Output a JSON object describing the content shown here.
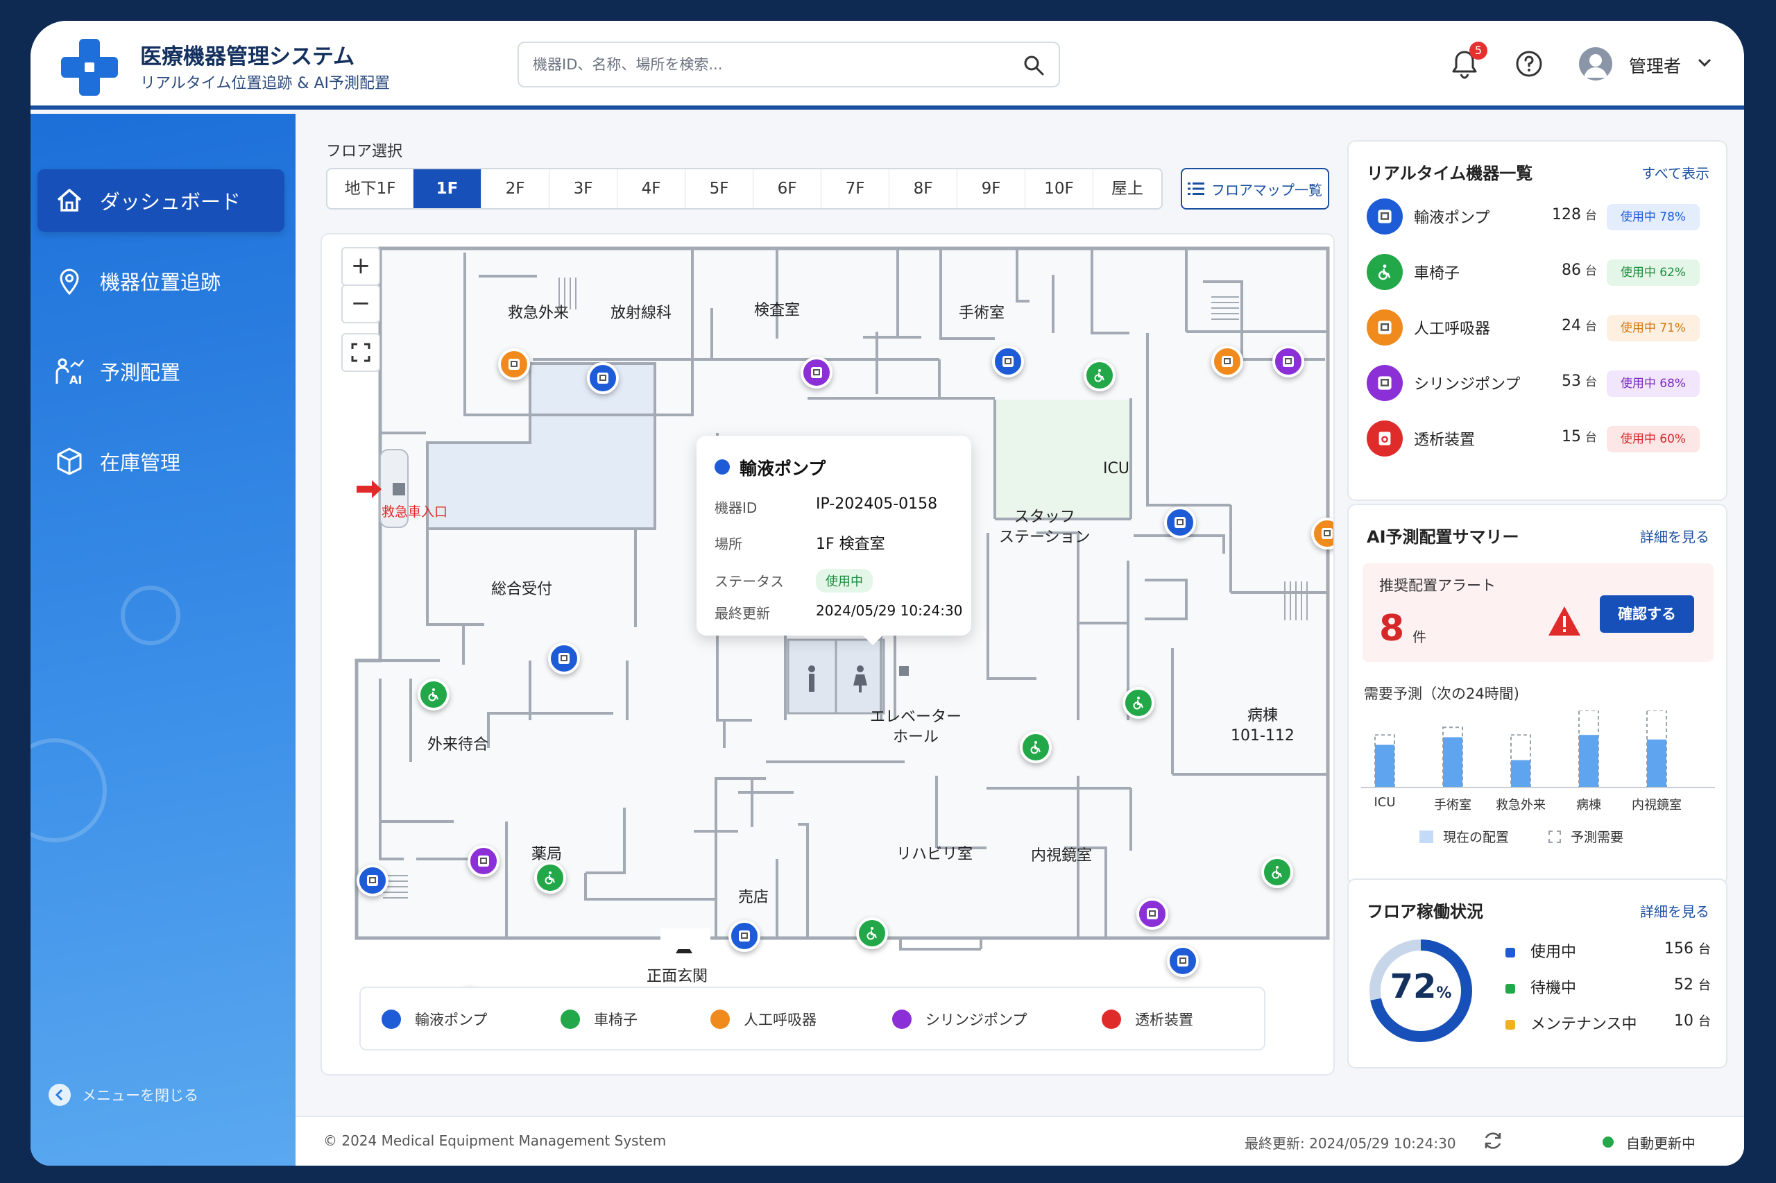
{
  "header": {
    "title": "医療機器管理システム",
    "subtitle": "リアルタイム位置追跡 & AI予測配置",
    "search_placeholder": "機器ID、名称、場所を検索...",
    "notification_count": "5",
    "user_name": "管理者"
  },
  "sidebar": {
    "items": [
      {
        "label": "ダッシュボード",
        "icon": "home-icon",
        "active": true
      },
      {
        "label": "機器位置追跡",
        "icon": "location-pin-icon",
        "active": false
      },
      {
        "label": "予測配置",
        "icon": "ai-prediction-icon",
        "active": false
      },
      {
        "label": "在庫管理",
        "icon": "box-icon",
        "active": false
      }
    ],
    "collapse_label": "メニューを閉じる"
  },
  "floor": {
    "label": "フロア選択",
    "tabs": [
      "地下1F",
      "1F",
      "2F",
      "3F",
      "4F",
      "5F",
      "6F",
      "7F",
      "8F",
      "9F",
      "10F",
      "屋上"
    ],
    "active": "1F",
    "floormap_button": "フロアマップ一覧"
  },
  "map": {
    "rooms": {
      "emergency_outpatient": "救急外来",
      "radiology": "放射線科",
      "exam_room": "検査室",
      "surgery": "手術室",
      "icu": "ICU",
      "staff_station": "スタッフ\nステーション",
      "reception": "総合受付",
      "outpatient_waiting": "外来待合",
      "pharmacy": "薬局",
      "shop": "売店",
      "rehab": "リハビリ室",
      "endoscopy": "内視鏡室",
      "ward": "病棟\n101-112",
      "elevator_hall": "エレベーター\nホール",
      "main_entrance": "正面玄関",
      "ambulance_entrance": "救急車入口"
    },
    "popup": {
      "title": "輸液ポンプ",
      "id_label": "機器ID",
      "id_value": "IP-202405-0158",
      "location_label": "場所",
      "location_value": "1F 検査室",
      "status_label": "ステータス",
      "status_value": "使用中",
      "updated_label": "最終更新",
      "updated_value": "2024/05/29 10:24:30"
    },
    "legend": [
      {
        "label": "輸液ポンプ",
        "color": "#1e5bd6"
      },
      {
        "label": "車椅子",
        "color": "#22a848"
      },
      {
        "label": "人工呼吸器",
        "color": "#f08a1c"
      },
      {
        "label": "シリンジポンプ",
        "color": "#8b2fd6"
      },
      {
        "label": "透析装置",
        "color": "#e02b2b"
      }
    ]
  },
  "realtime": {
    "title": "リアルタイム機器一覧",
    "link": "すべて表示",
    "items": [
      {
        "name": "輸液ポンプ",
        "count": "128",
        "unit": "台",
        "badge": "使用中 78%",
        "color": "#1e5bd6",
        "badge_bg": "#e3edfc",
        "badge_fg": "#1e5bd6"
      },
      {
        "name": "車椅子",
        "count": "86",
        "unit": "台",
        "badge": "使用中 62%",
        "color": "#22a848",
        "badge_bg": "#e4f6e8",
        "badge_fg": "#1f8a3a"
      },
      {
        "name": "人工呼吸器",
        "count": "24",
        "unit": "台",
        "badge": "使用中 71%",
        "color": "#f08a1c",
        "badge_bg": "#fdf0e0",
        "badge_fg": "#d4760f"
      },
      {
        "name": "シリンジポンプ",
        "count": "53",
        "unit": "台",
        "badge": "使用中 68%",
        "color": "#8b2fd6",
        "badge_bg": "#f1e6fb",
        "badge_fg": "#7a28c0"
      },
      {
        "name": "透析装置",
        "count": "15",
        "unit": "台",
        "badge": "使用中 60%",
        "color": "#e02b2b",
        "badge_bg": "#fde6e6",
        "badge_fg": "#d62828"
      }
    ]
  },
  "ai_summary": {
    "title": "AI予測配置サマリー",
    "link": "詳細を見る",
    "alert_title": "推奨配置アラート",
    "alert_count": "8",
    "alert_unit": "件",
    "confirm_button": "確認する",
    "demand_title": "需要予測（次の24時間)",
    "legend_current": "現在の配置",
    "legend_forecast": "予測需要"
  },
  "chart_data": {
    "type": "bar",
    "title": "需要予測（次の24時間)",
    "categories": [
      "ICU",
      "手術室",
      "救急外来",
      "病棟",
      "内視鏡室"
    ],
    "series": [
      {
        "name": "現在の配置",
        "values": [
          0.55,
          0.65,
          0.35,
          0.68,
          0.62
        ]
      },
      {
        "name": "予測需要",
        "values": [
          0.68,
          0.78,
          0.68,
          1.0,
          1.0
        ]
      }
    ],
    "ylim": [
      0,
      1
    ],
    "xlabel": "",
    "ylabel": "",
    "grid": false,
    "legend": "bottom"
  },
  "floor_status": {
    "title": "フロア稼働状況",
    "link": "詳細を見る",
    "gauge_percent": 72,
    "gauge_text": "72",
    "gauge_unit": "%",
    "rows": [
      {
        "label": "使用中",
        "value": "156",
        "unit": "台",
        "color": "#1e5bd6"
      },
      {
        "label": "待機中",
        "value": "52",
        "unit": "台",
        "color": "#22a848"
      },
      {
        "label": "メンテナンス中",
        "value": "10",
        "unit": "台",
        "color": "#f0b020"
      }
    ]
  },
  "footer": {
    "copyright": "© 2024 Medical Equipment Management System",
    "last_updated": "最終更新:  2024/05/29  10:24:30",
    "auto_update": "自動更新中"
  }
}
